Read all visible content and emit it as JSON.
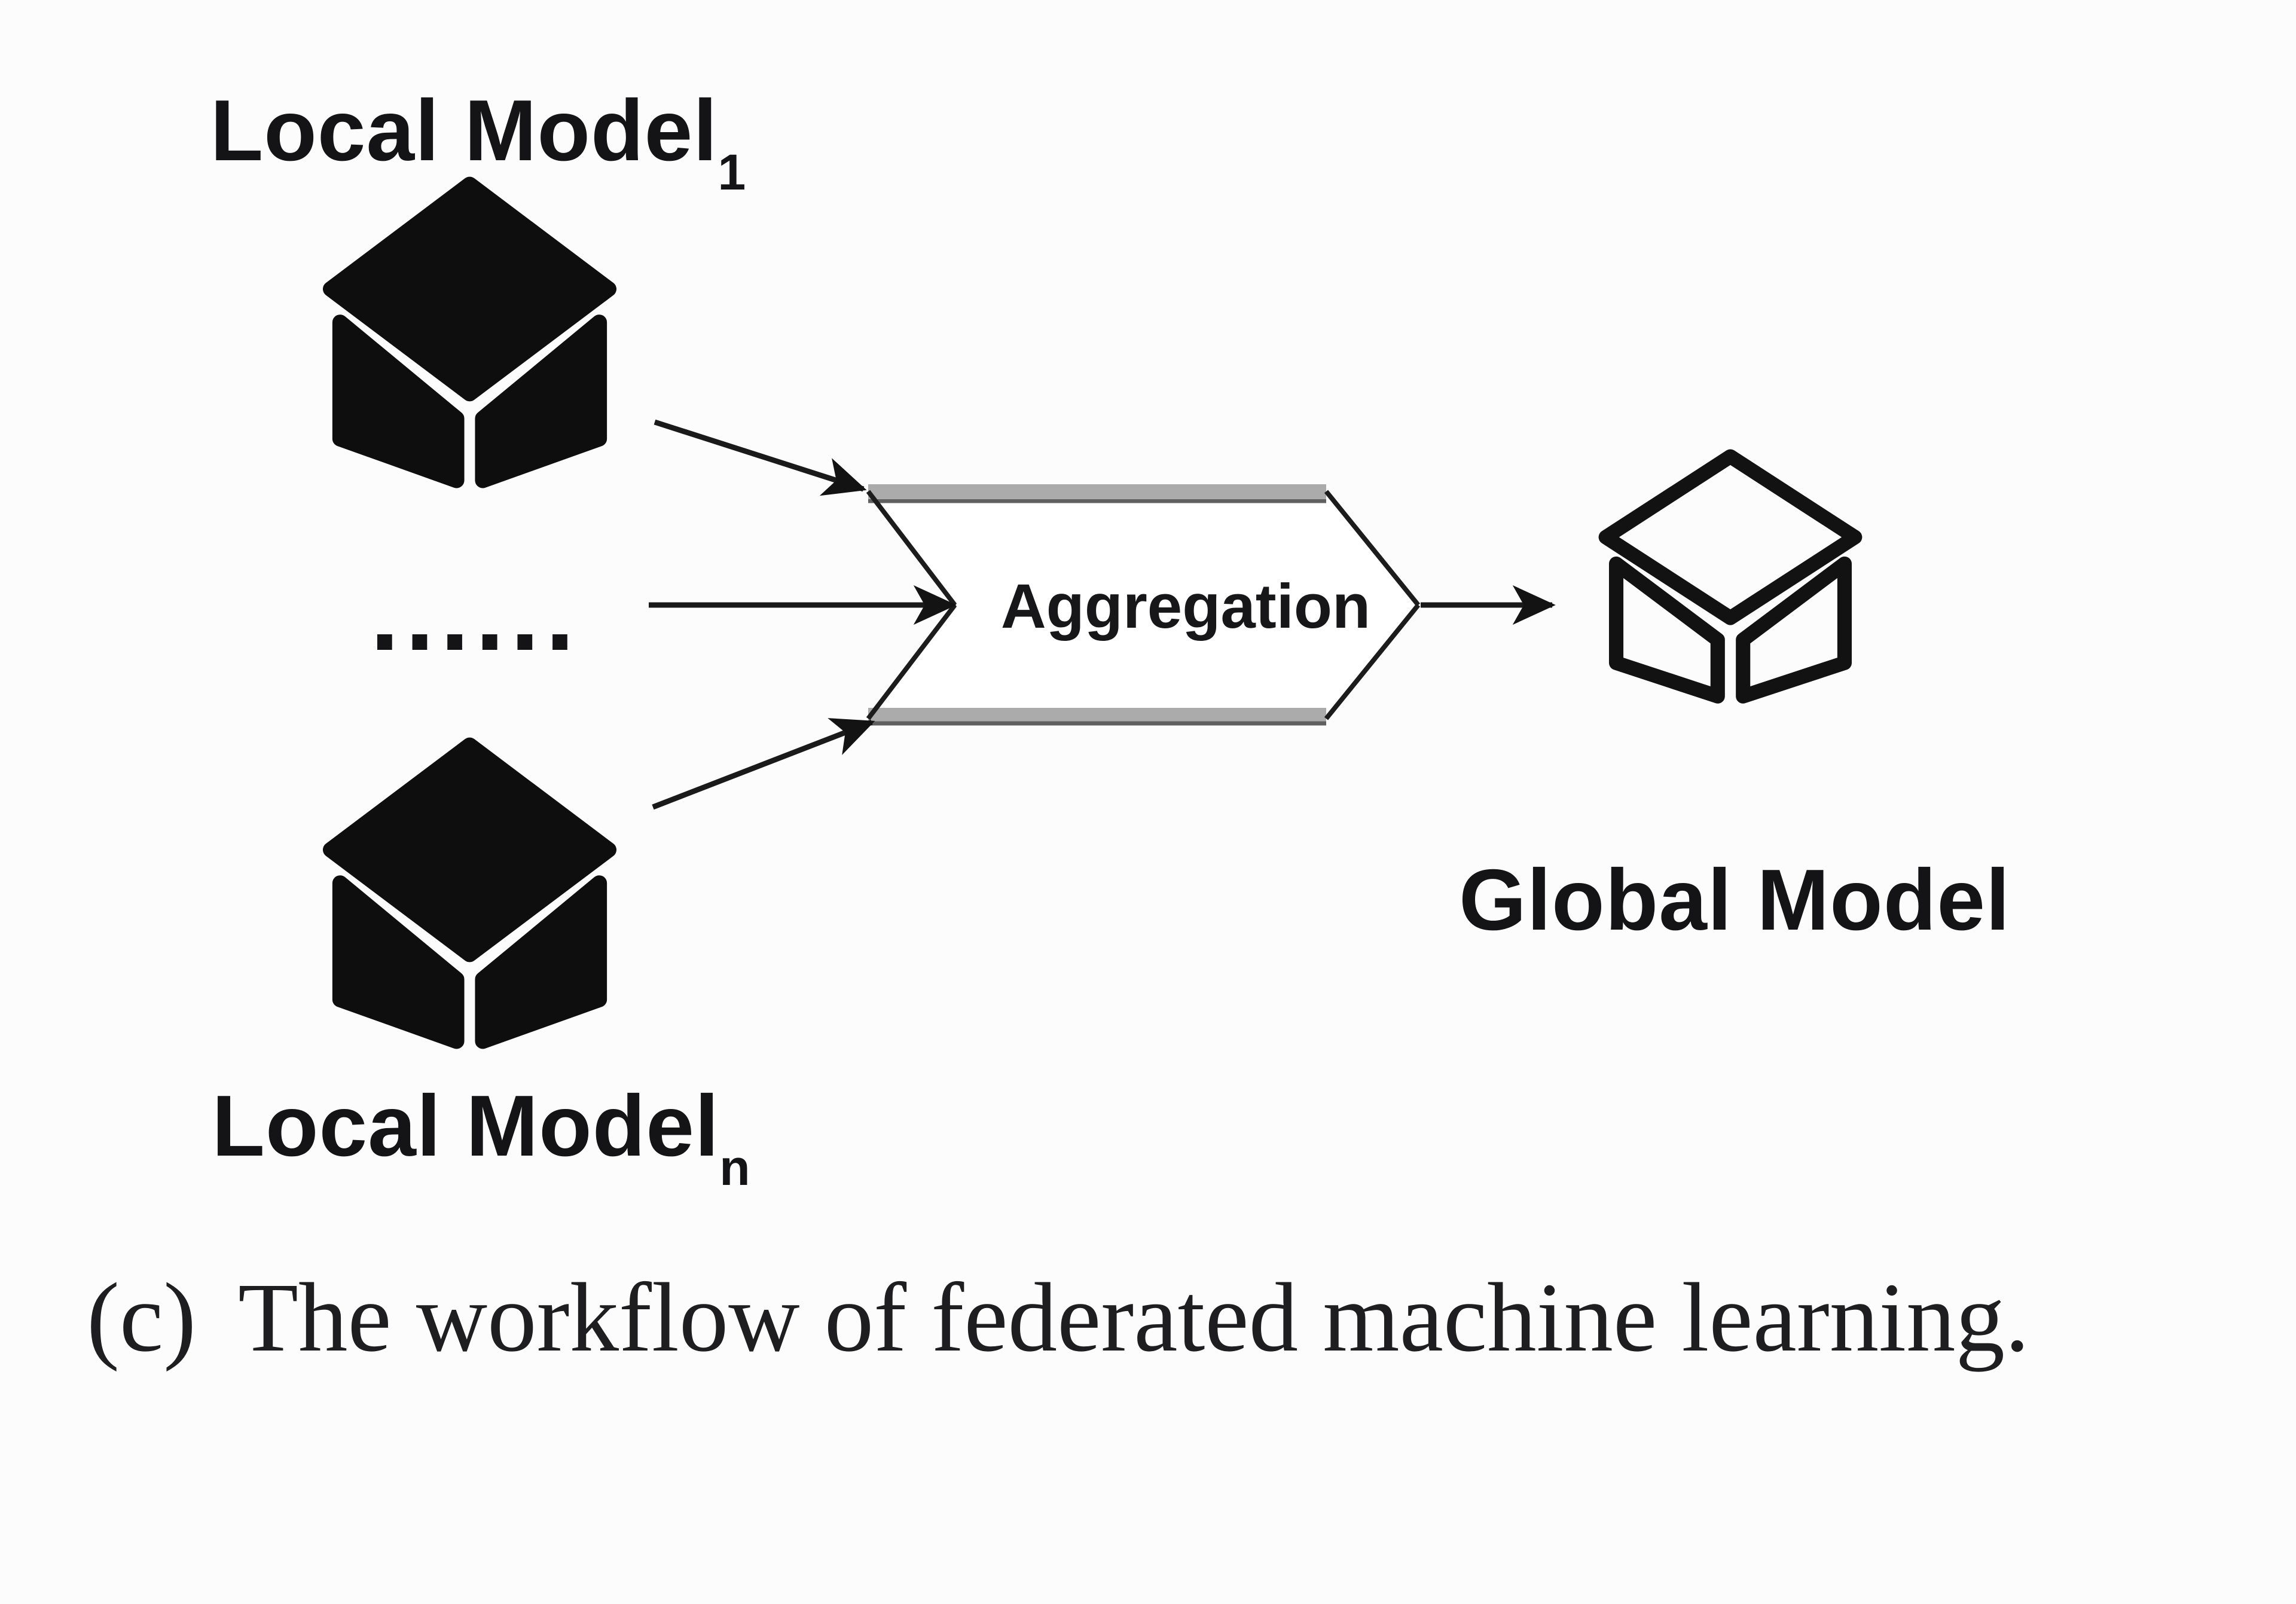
{
  "diagram": {
    "local_model_1": {
      "base": "Local Model",
      "sub": "1"
    },
    "local_model_n": {
      "base": "Local Model",
      "sub": "n"
    },
    "ellipsis": "......",
    "aggregation_label": "Aggregation",
    "global_model_label": "Global Model"
  },
  "caption": {
    "label": "(c)",
    "text": "The workflow of federated machine learning."
  },
  "colors": {
    "background": "#fcfcfc",
    "ink": "#141417",
    "chevron_band_light": "#ababab",
    "chevron_band_dark": "#606060",
    "edge_black": "#1c1c1c"
  }
}
